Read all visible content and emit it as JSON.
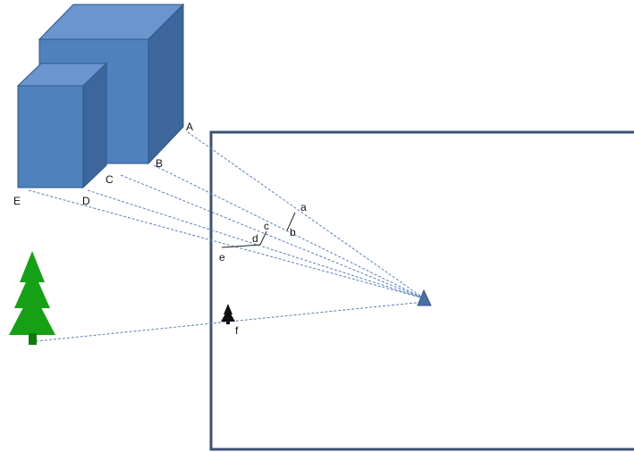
{
  "diagram": {
    "colors": {
      "building_front": "#4f81bd",
      "building_top": "#6a95cf",
      "building_side": "#3c669c",
      "building_outline": "#2f5686",
      "sight_lines": "#5b7fb5",
      "tree": "#16a016",
      "tree_trunk": "#0e7a0e",
      "frame": "#3b5176",
      "observer": "#4a6fa5",
      "projected_tree": "#111111"
    },
    "scene_labels": {
      "A": "A",
      "B": "B",
      "C": "C",
      "D": "D",
      "E": "E"
    },
    "image_labels": {
      "a": "a",
      "b": "b",
      "c": "c",
      "d": "d",
      "e": "e",
      "f": "f"
    },
    "icons": [
      "building-3d-icon",
      "pine-tree-icon",
      "observer-eye-icon",
      "small-tree-icon"
    ]
  }
}
